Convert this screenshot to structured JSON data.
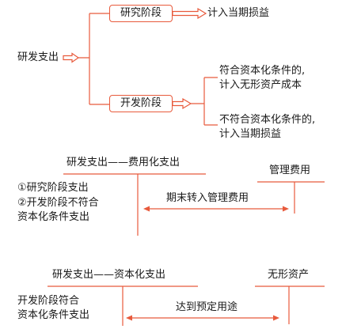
{
  "colors": {
    "line": "#e85a3c",
    "text": "#1a1a1a"
  },
  "flowchart": {
    "root": "研发支出",
    "research": {
      "label": "研究阶段",
      "outcome": "计入当期损益"
    },
    "development": {
      "label": "开发阶段",
      "capitalizable": [
        "符合资本化条件的,",
        "计入无形资产成本"
      ],
      "non_capitalizable": [
        "不符合资本化条件的,",
        "计入当期损益"
      ]
    }
  },
  "expensed_t_account": {
    "title": "研发支出——费用化支出",
    "debit_items": [
      "①研究阶段支出",
      "②开发阶段不符合",
      "资本化条件支出"
    ],
    "target_account": "管理费用",
    "transfer_label": "期末转入管理费用"
  },
  "capitalized_t_account": {
    "title": "研发支出——资本化支出",
    "debit_items": [
      "开发阶段符合",
      "资本化条件支出"
    ],
    "target_account": "无形资产",
    "transfer_label": "达到预定用途"
  }
}
